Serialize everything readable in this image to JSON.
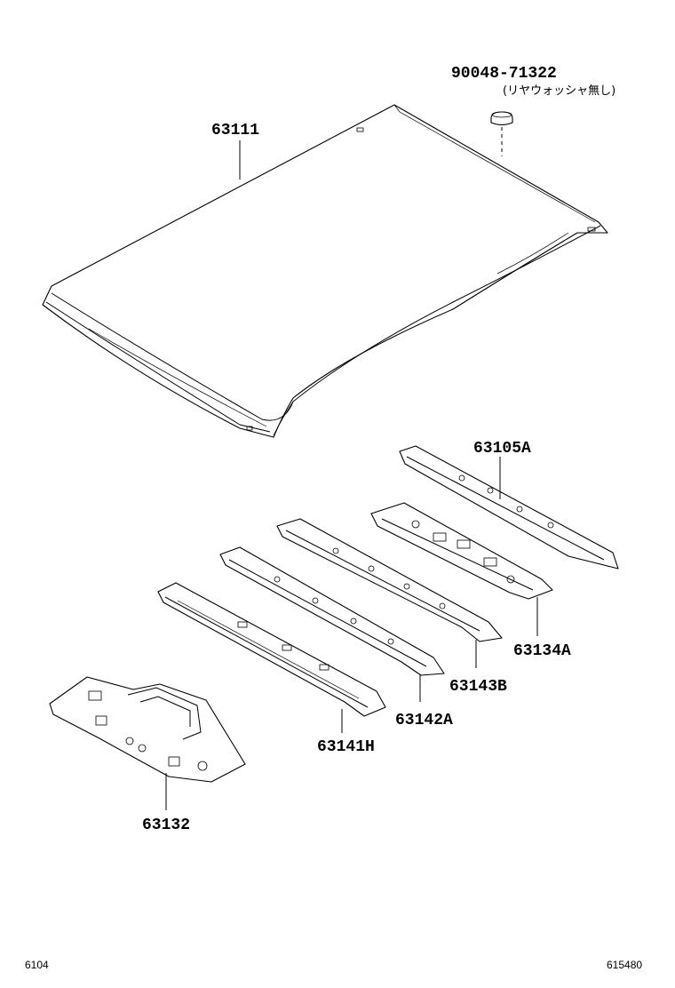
{
  "parts": {
    "roof_panel": "63111",
    "clip": "90048-71322",
    "clip_note": "(リヤウォッシャ無し)",
    "rear_bow": "63105A",
    "roof_panel_reinforcement_rear": "63134A",
    "roof_bow_3": "63143B",
    "roof_bow_2": "63142A",
    "roof_bow_1": "63141H",
    "front_header": "63132"
  },
  "footer": {
    "left_code": "6104",
    "right_code": "615480"
  }
}
